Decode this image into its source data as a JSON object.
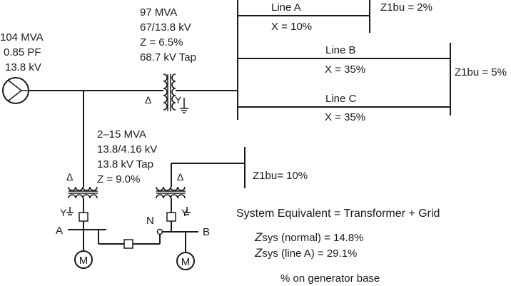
{
  "generator": {
    "rating": "104 MVA",
    "pf": "0.85 PF",
    "voltage": "13.8 kV"
  },
  "main_transformer": {
    "rating": "97 MVA",
    "ratio": "67/13.8 kV",
    "impedance": "Z = 6.5%",
    "tap": "68.7 kV Tap",
    "primary_symbol": "Δ",
    "secondary_symbol": "Y"
  },
  "lines": [
    {
      "name": "Line A",
      "reactance": "X = 10%"
    },
    {
      "name": "Line B",
      "reactance": "X = 35%"
    },
    {
      "name": "Line C",
      "reactance": "X = 35%"
    }
  ],
  "grid_impedances": {
    "line_a_bus": "Z1bu = 2%",
    "lines_bc_bus": "Z1bu = 5%",
    "right_bus": "Z1bu= 10%"
  },
  "aux_transformers": {
    "rating": "2–15 MVA",
    "ratio": "13.8/4.16 kV",
    "tap": "13.8 kV Tap",
    "impedance": "Z = 9.0%",
    "primary_symbol": "Δ",
    "secondary_symbol": "Y"
  },
  "buses": {
    "a": "A",
    "b": "B",
    "n": "N"
  },
  "motor_symbol": "M",
  "notes": {
    "system_equivalent": "System Equivalent = Transformer + Grid",
    "zsys_normal_prefix": "Z",
    "zsys_normal_rest": "sys (normal) = 14.8%",
    "zsys_line_a_prefix": "Z",
    "zsys_line_a_rest": "sys (line A) = 29.1%",
    "base_note": "% on generator base"
  }
}
